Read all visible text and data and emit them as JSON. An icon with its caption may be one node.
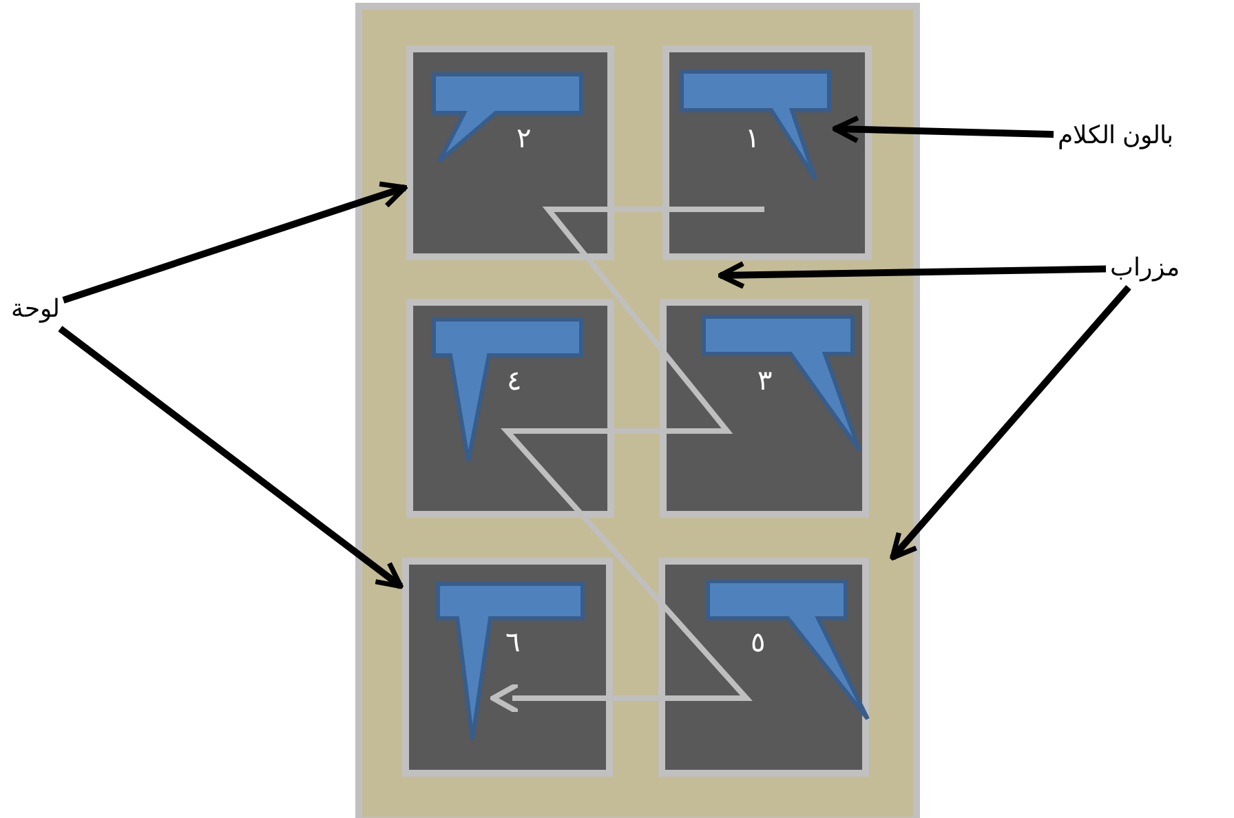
{
  "diagram": {
    "nodes": [
      {
        "text": [
          "بالون الكلام"
        ]
      },
      {
        "text": [
          "مزراب"
        ]
      },
      {
        "text": [
          "لوحة"
        ]
      },
      {
        "text": [],
        "shape": "box"
      },
      {
        "text": [
          "٢"
        ],
        "in": 3
      },
      {
        "text": [
          "١"
        ],
        "in": 3
      },
      {
        "text": [
          "٤"
        ],
        "in": 3
      },
      {
        "text": [
          "٣"
        ],
        "in": 3
      },
      {
        "text": [
          "٦"
        ],
        "in": 3
      },
      {
        "text": [
          "٥"
        ],
        "in": 3
      },
      {
        "text": [],
        "shape": "balloon",
        "in": 4
      },
      {
        "text": [],
        "shape": "balloon",
        "in": 5
      },
      {
        "text": [],
        "shape": "balloon",
        "in": 6
      },
      {
        "text": [],
        "shape": "balloon",
        "in": 7
      },
      {
        "text": [],
        "shape": "balloon",
        "in": 8
      },
      {
        "text": [],
        "shape": "balloon",
        "in": 9
      }
    ],
    "edges": [
      {
        "from": 0,
        "to": 11,
        "arrow": "to"
      },
      {
        "from": 1,
        "to": 3,
        "arrow": "to"
      },
      {
        "from": 1,
        "to": 3,
        "arrow": "to"
      },
      {
        "from": 2,
        "to": 4,
        "arrow": "to"
      },
      {
        "from": 2,
        "to": 8,
        "arrow": "to"
      }
    ]
  }
}
